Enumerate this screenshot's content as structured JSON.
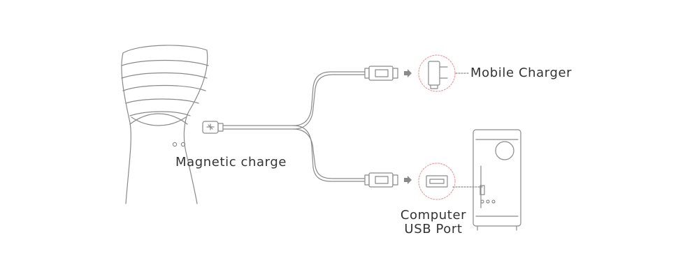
{
  "labels": {
    "magnetic_charge": "Magnetic charge",
    "mobile_charger": "Mobile Charger",
    "computer_line1": "Computer",
    "computer_line2": "USB Port"
  },
  "colors": {
    "line": "#8a8a8a",
    "text": "#333333",
    "highlight": "#e9a3a8"
  },
  "icons": [
    "device-icon",
    "magnetic-connector-icon",
    "usb-plug-icon",
    "arrow-icon",
    "wall-charger-icon",
    "usb-port-icon",
    "computer-tower-icon"
  ]
}
